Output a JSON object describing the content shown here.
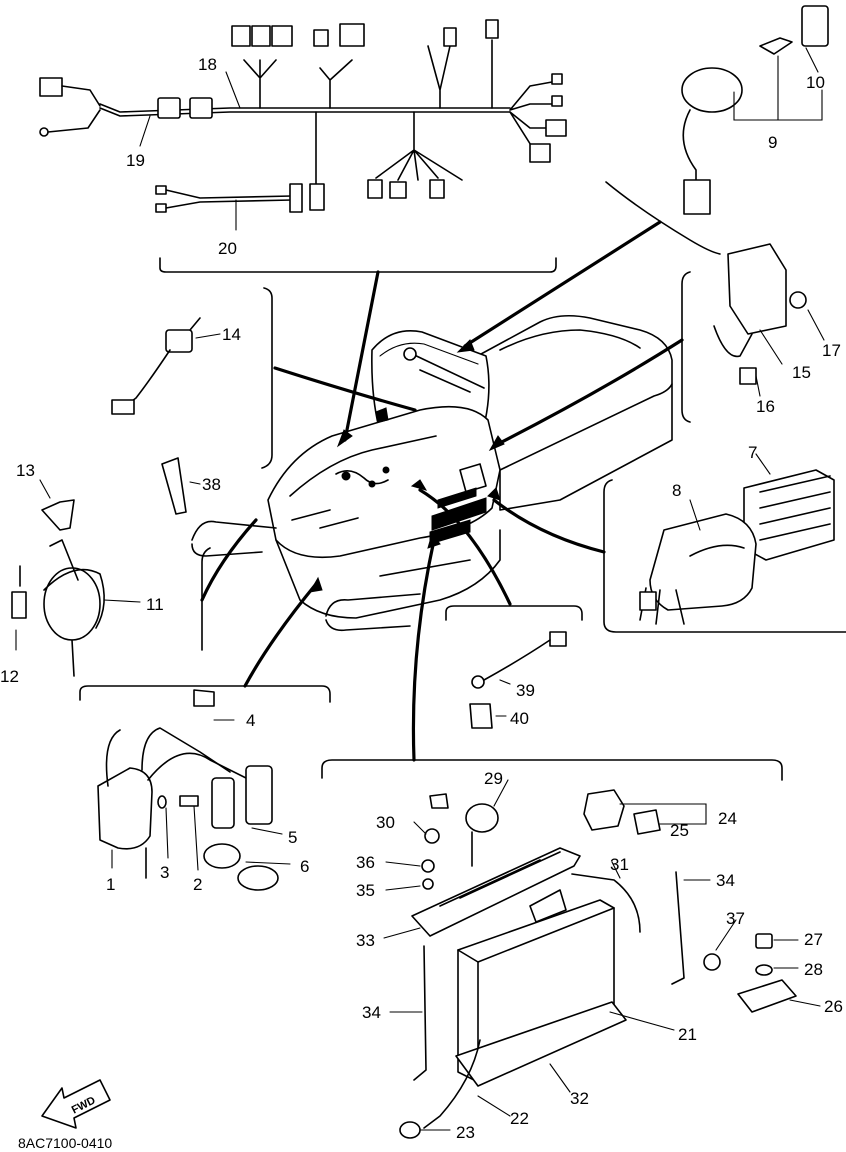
{
  "diagram_code": "8AC7100-0410",
  "fwd_label": "FWD",
  "part_labels": {
    "p1": "1",
    "p2": "2",
    "p3": "3",
    "p4": "4",
    "p5": "5",
    "p6": "6",
    "p7": "7",
    "p8": "8",
    "p9": "9",
    "p10": "10",
    "p11": "11",
    "p12": "12",
    "p13": "13",
    "p14": "14",
    "p15": "15",
    "p16": "16",
    "p17": "17",
    "p18": "18",
    "p19": "19",
    "p20": "20",
    "p21": "21",
    "p22": "22",
    "p23": "23",
    "p24": "24",
    "p25": "25",
    "p26": "26",
    "p27": "27",
    "p28": "28",
    "p29": "29",
    "p30": "30",
    "p31": "31",
    "p32": "32",
    "p33": "33",
    "p34a": "34",
    "p34b": "34",
    "p35": "35",
    "p36": "36",
    "p37": "37",
    "p38": "38",
    "p39": "39",
    "p40": "40"
  }
}
